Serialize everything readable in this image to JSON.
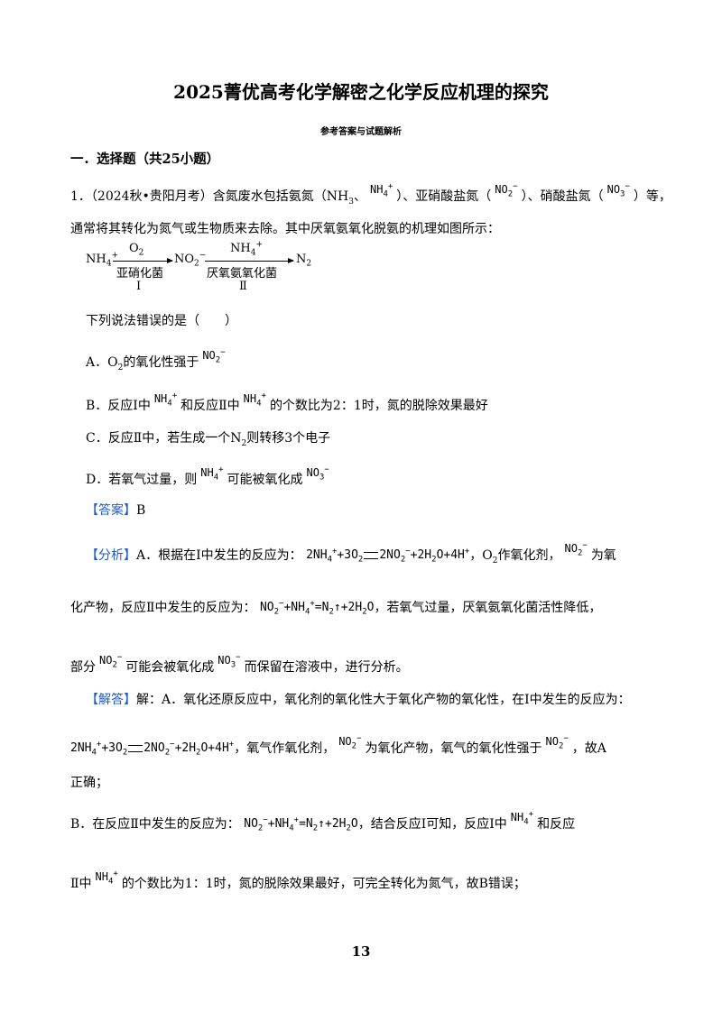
{
  "title": "2025菁优高考化学解密之化学反应机理的探究",
  "subtitle": "参考答案与试题解析",
  "section": "一．选择题（共25小题）",
  "question": {
    "line1_a": "1．（2024秋•贵阳月考）含氮废水包括氨氮（NH",
    "line1_b": "、",
    "line1_c": "）、亚硝酸盐氮（",
    "line1_d": "）、硝酸盐氮（",
    "line1_e": "）等，",
    "line2": "通常将其转化为氮气或生物质来去除。其中厌氧氨氧化脱氨的机理如图所示：",
    "prompt": "下列说法错误的是（　　）",
    "options": {
      "A_a": "A．O",
      "A_b": "的氧化性强于",
      "B_a": "B．反应Ⅰ中",
      "B_b": "和反应Ⅱ中",
      "B_c": "的个数比为2：1时，氮的脱除效果最好",
      "C": "C．反应Ⅱ中，若生成一个N",
      "C_b": "则转移3个电子",
      "D_a": "D．若氧气过量，则",
      "D_b": "可能被氧化成"
    }
  },
  "mechanism": {
    "start": "NH",
    "o2": "O",
    "step1_label": "亚硝化菌",
    "step1_num": "Ⅰ",
    "mid": "NO",
    "nh4": "NH",
    "step2_label": "厌氧氨氧化菌",
    "step2_num": "Ⅱ",
    "end": "N"
  },
  "answer": {
    "tag": "【答案】",
    "value": "B"
  },
  "analysis": {
    "tag": "【分析】",
    "a1": "A．根据在Ⅰ中发生的反应为：",
    "a2": "，O",
    "a3": "作氧化剂，",
    "a4": "为氧",
    "b1": "化产物，反应Ⅱ中发生的反应为：",
    "b2": "，若氧气过量，厌氧氨氧化菌活性降低，",
    "c1": "部分",
    "c2": "可能会被氧化成",
    "c3": "而保留在溶液中，进行分析。"
  },
  "solution": {
    "tag": "【解答】",
    "a1": "解：A．氧化还原反应中，氧化剂的氧化性大于氧化产物的氧化性，在Ⅰ中发生的反应为：",
    "b1": "，氧气作氧化剂，",
    "b2": "为氧化产物，氧气的氧化性强于",
    "b3": "，故A",
    "c1": "正确；",
    "d1": "B．在反应Ⅱ中发生的反应为：",
    "d2": "，结合反应Ⅰ可知，反应Ⅰ中",
    "d3": "和反应",
    "e1": "Ⅱ中",
    "e2": "的个数比为1：1时，氮的脱除效果最好，可完全转化为氮气，故B错误；"
  },
  "page_number": "13"
}
